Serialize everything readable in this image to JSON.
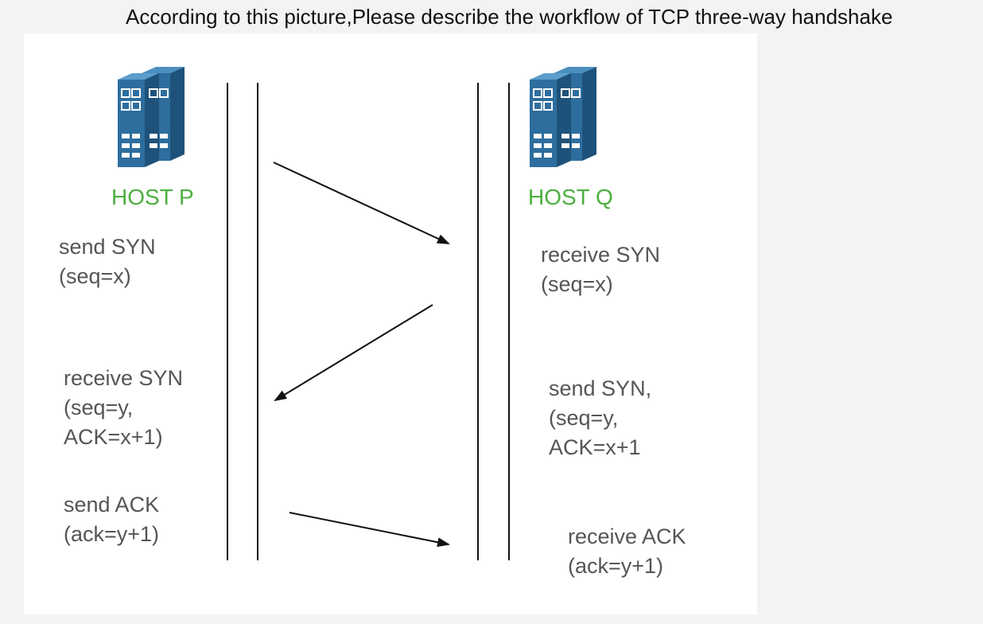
{
  "question": "According to this picture,Please describe the workflow of TCP three-way handshake",
  "hosts": {
    "p": {
      "label": "HOST P",
      "icon": "server-icon"
    },
    "q": {
      "label": "HOST Q",
      "icon": "server-icon"
    }
  },
  "colors": {
    "host_label": "#4caf3f",
    "server_fill": "#2e6e9e",
    "text": "#555555"
  },
  "steps": {
    "p_send_syn": [
      "send SYN",
      "(seq=x)"
    ],
    "q_receive_syn": [
      "receive SYN",
      "(seq=x)"
    ],
    "p_receive_syn": [
      "receive SYN",
      "(seq=y,",
      "ACK=x+1)"
    ],
    "q_send_syn": [
      "send SYN,",
      "(seq=y,",
      "ACK=x+1"
    ],
    "p_send_ack": [
      "send ACK",
      "(ack=y+1)"
    ],
    "q_receive_ack": [
      "receive ACK",
      "(ack=y+1)"
    ]
  }
}
